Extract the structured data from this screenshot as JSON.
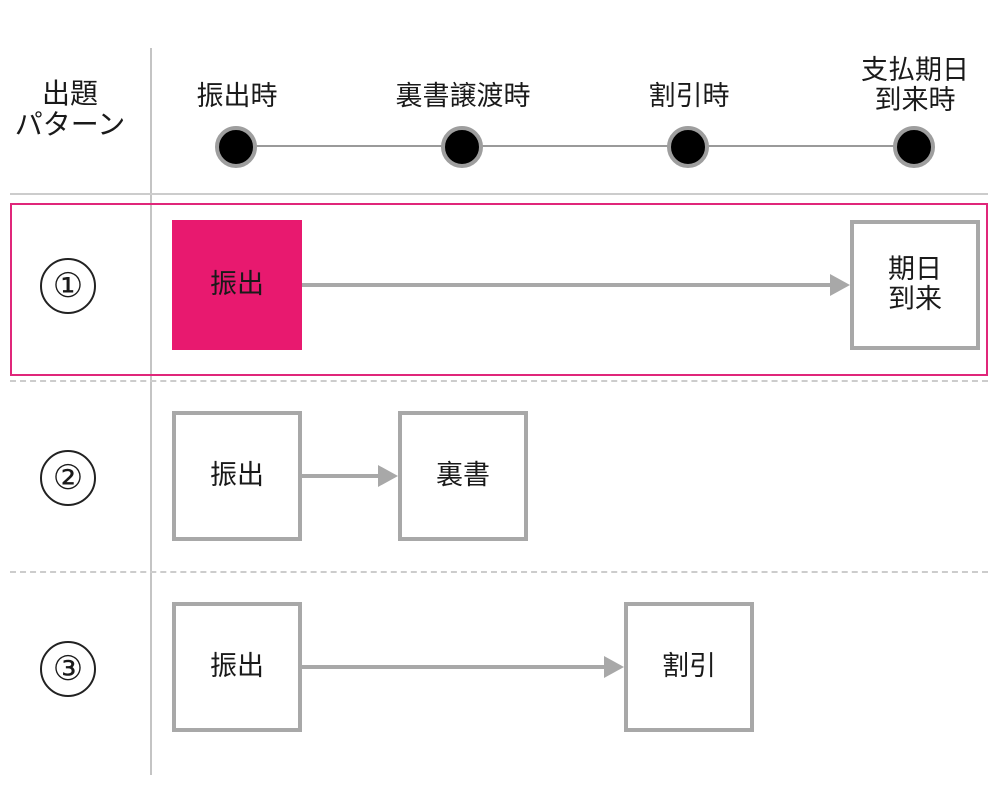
{
  "header": {
    "pattern_label_line1": "出題",
    "pattern_label_line2": "パターン"
  },
  "timeline": {
    "points": [
      {
        "label": "振出時"
      },
      {
        "label": "裏書譲渡時"
      },
      {
        "label": "割引時"
      },
      {
        "label_line1": "支払期日",
        "label_line2": "到来時"
      }
    ]
  },
  "patterns": [
    {
      "number": "①",
      "highlighted": true,
      "start_box": "振出",
      "end_box_line1": "期日",
      "end_box_line2": "到来"
    },
    {
      "number": "②",
      "highlighted": false,
      "start_box": "振出",
      "end_box": "裏書"
    },
    {
      "number": "③",
      "highlighted": false,
      "start_box": "振出",
      "end_box": "割引"
    }
  ],
  "colors": {
    "accent": "#e8196f",
    "highlight_border": "#e0267a",
    "box_border": "#a8a8a8",
    "grid_line": "#cccccc"
  }
}
